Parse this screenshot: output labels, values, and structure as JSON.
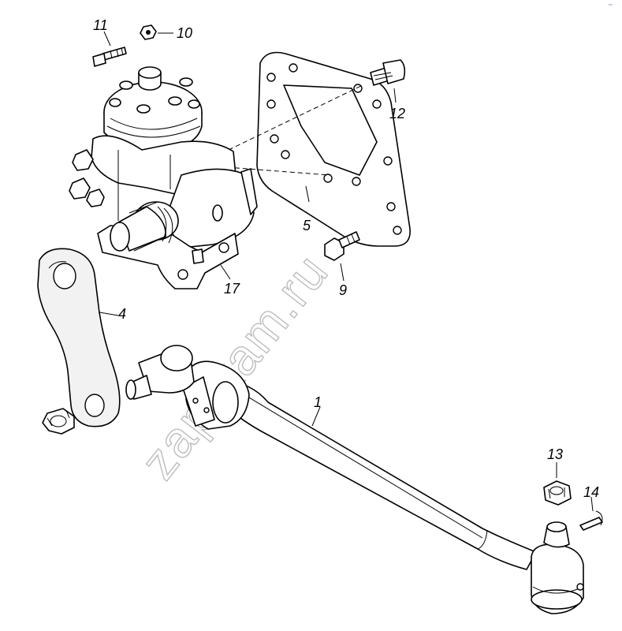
{
  "watermark": "zap-kam.ru",
  "corner_mark": "⁻",
  "callouts": {
    "p1": "1",
    "p4": "4",
    "p5": "5",
    "p9": "9",
    "p10": "10",
    "p11": "11",
    "p12": "12",
    "p13": "13",
    "p14": "14",
    "p17": "17"
  }
}
